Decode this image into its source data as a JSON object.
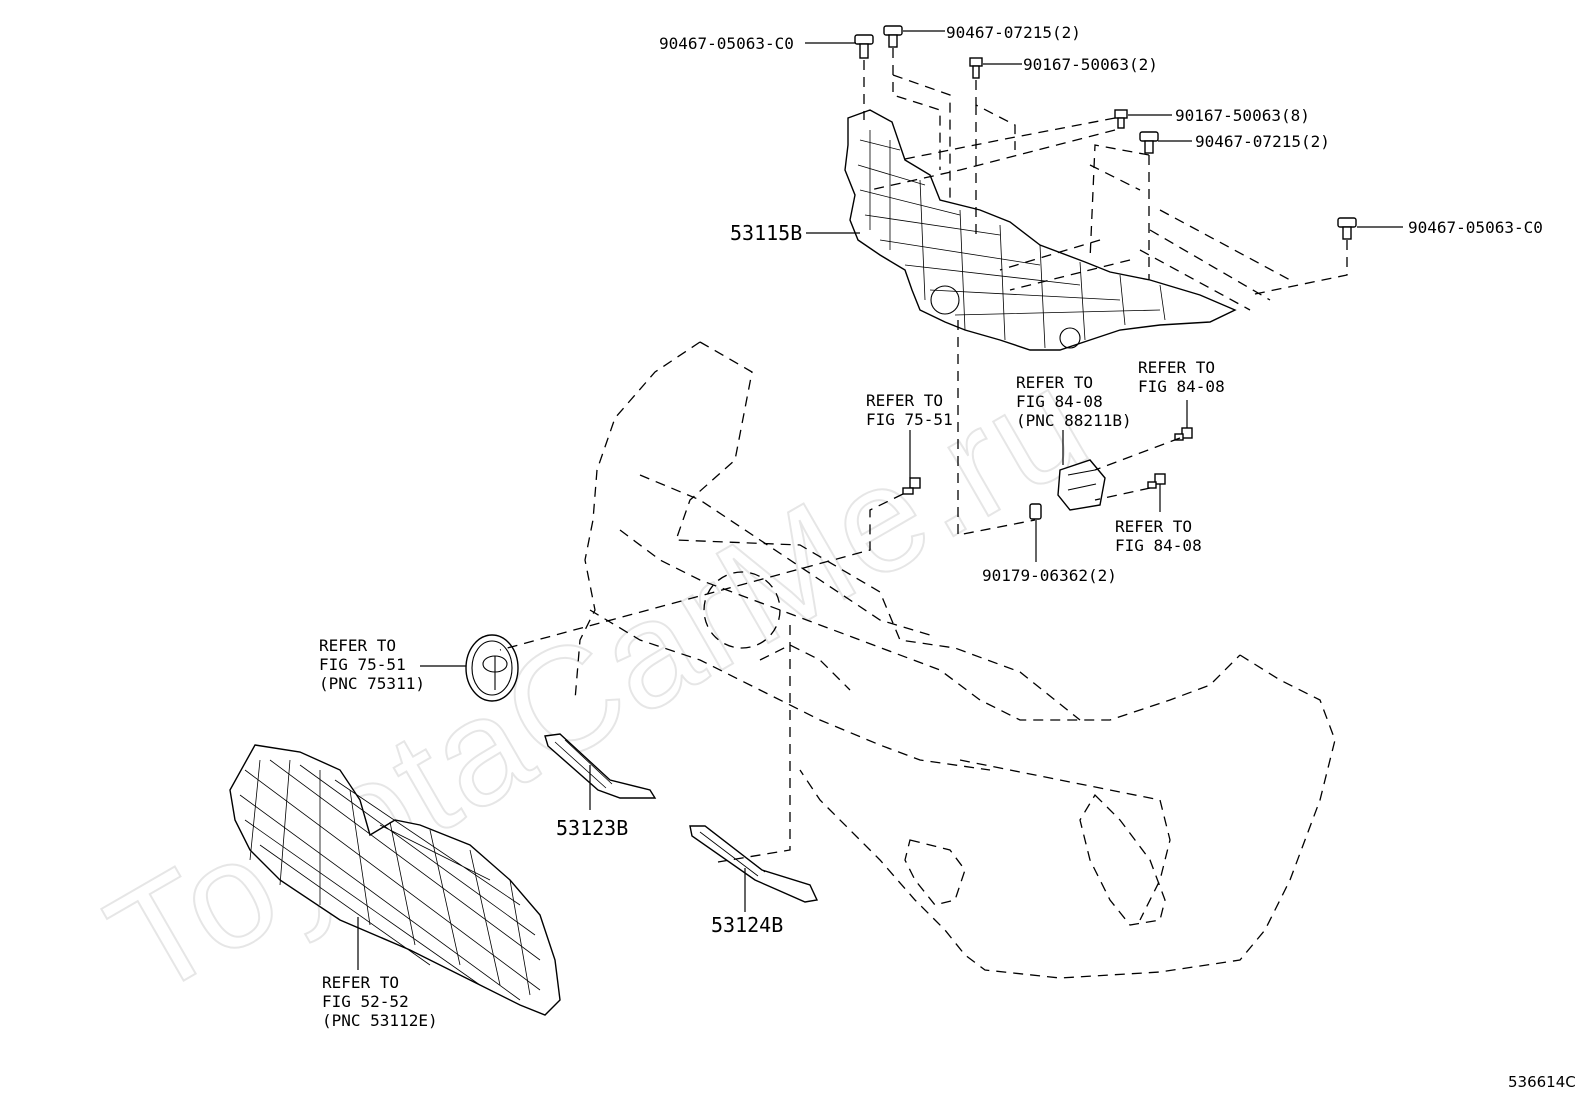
{
  "watermark": "ToyotaCarMe.ru",
  "figure_id": "536614C",
  "fasteners": {
    "clip_top_left": "90467-05063-C0",
    "clip_top_mid": "90467-07215(2)",
    "bolt_top": "90167-50063(2)",
    "bolt_right": "90167-50063(8)",
    "clip_right": "90467-07215(2)",
    "clip_far_right": "90467-05063-C0",
    "screw_bottom": "90179-06362(2)"
  },
  "parts": {
    "upper_support": "53115B",
    "molding_left": "53123B",
    "molding_right": "53124B"
  },
  "refers": {
    "emblem": {
      "line1": "REFER TO",
      "line2": "FIG 75-51",
      "line3": "(PNC 75311)"
    },
    "emblem_bolt": {
      "line1": "REFER TO",
      "line2": "FIG 75-51"
    },
    "radar": {
      "line1": "REFER TO",
      "line2": "FIG 84-08",
      "line3": "(PNC 88211B)"
    },
    "radar_bolt_top": {
      "line1": "REFER TO",
      "line2": "FIG 84-08"
    },
    "radar_bolt_bottom": {
      "line1": "REFER TO",
      "line2": "FIG 84-08"
    },
    "grille": {
      "line1": "REFER TO",
      "line2": "FIG 52-52",
      "line3": "(PNC 53112E)"
    }
  }
}
